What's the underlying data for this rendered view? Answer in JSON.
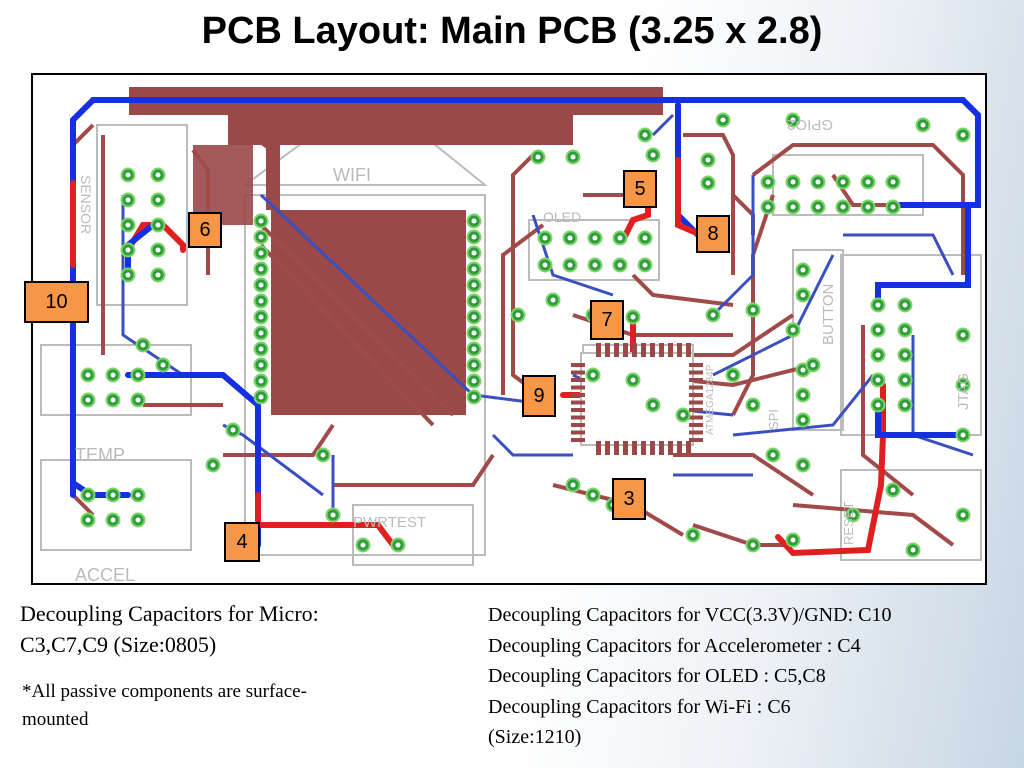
{
  "title": "PCB Layout: Main PCB (3.25 x 2.8)",
  "board": {
    "silkscreen_labels": {
      "wifi": "WIFI",
      "oled": "OLED",
      "temp": "TEMP",
      "accel": "ACCEL",
      "pwrtest": "PWRTEST",
      "button": "BUTTON",
      "jtag": "JTAG",
      "reset": "RESET",
      "gpio2": "GPIO2",
      "sensor": "SENSOR",
      "spi": "SPI",
      "part_code": "ATMEGA1284P"
    },
    "colors": {
      "top_copper": "#a04a4a",
      "bottom_copper": "#3a4fc0",
      "power_trace": "#e02020",
      "ground_trace": "#1430e0",
      "via": "#4db847",
      "silkscreen": "#bbbbbb",
      "callout_fill": "#f79646"
    },
    "callouts": [
      "10",
      "6",
      "5",
      "8",
      "7",
      "9",
      "3",
      "4"
    ]
  },
  "notes": {
    "left_line1": "Decoupling Capacitors for Micro:",
    "left_line2": "C3,C7,C9 (Size:0805)",
    "smd_line1": "*All passive components are surface-",
    "smd_line2": "mounted",
    "right_line1": "Decoupling Capacitors for VCC(3.3V)/GND: C10",
    "right_line2": "Decoupling Capacitors for Accelerometer : C4",
    "right_line3": "Decoupling Capacitors for OLED : C5,C8",
    "right_line4": "Decoupling Capacitors for Wi-Fi : C6",
    "right_line5": "(Size:1210)"
  }
}
